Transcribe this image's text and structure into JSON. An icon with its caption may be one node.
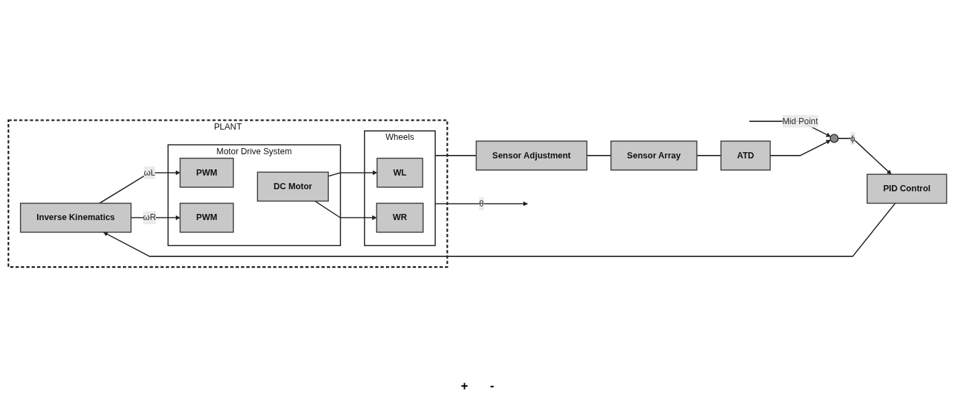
{
  "diagram": {
    "nodes": [
      {
        "text": [
          "PLANT"
        ]
      },
      {
        "text": [],
        "shape": "circle"
      },
      {
        "text": [
          "PID Control"
        ]
      },
      {
        "text": [
          "Inverse Kinematics"
        ],
        "in": 0
      },
      {
        "text": [
          "Motor Drive System"
        ],
        "in": 0
      },
      {
        "text": [
          "PWM"
        ],
        "in": 4
      },
      {
        "text": [
          "PWM"
        ],
        "in": 4
      },
      {
        "text": [
          "DC Motor"
        ],
        "in": 4
      },
      {
        "text": [
          "Wheels"
        ],
        "in": 0
      },
      {
        "text": [
          "WL"
        ],
        "in": 8
      },
      {
        "text": [
          "WR"
        ],
        "in": 8
      },
      {
        "text": [
          "Sensor Adjustment"
        ]
      },
      {
        "text": [
          "Sensor Array"
        ]
      },
      {
        "text": [
          "ATD"
        ]
      }
    ],
    "edges": [
      {
        "from": null,
        "to": 1,
        "arrow": "to",
        "label": "Mid Point"
      },
      {
        "from": 1,
        "to": 2,
        "arrow": "to",
        "label": "ϕ"
      },
      {
        "from": 2,
        "to": 3,
        "arrow": "to"
      },
      {
        "from": 3,
        "to": 5,
        "arrow": "to",
        "label": "ωL"
      },
      {
        "from": 3,
        "to": 6,
        "arrow": "to",
        "label": "ωR"
      },
      {
        "from": 7,
        "to": 9,
        "arrow": "to"
      },
      {
        "from": 7,
        "to": 10,
        "arrow": "to"
      },
      {
        "from": 8,
        "to": null,
        "arrow": "to",
        "label": "θ"
      },
      {
        "from": 8,
        "to": 11,
        "arrow": "none"
      },
      {
        "from": 11,
        "to": 12,
        "arrow": "none"
      },
      {
        "from": 12,
        "to": 13,
        "arrow": "none"
      },
      {
        "from": 13,
        "to": 1,
        "arrow": "to"
      }
    ],
    "labels": [
      "+",
      "-"
    ]
  }
}
